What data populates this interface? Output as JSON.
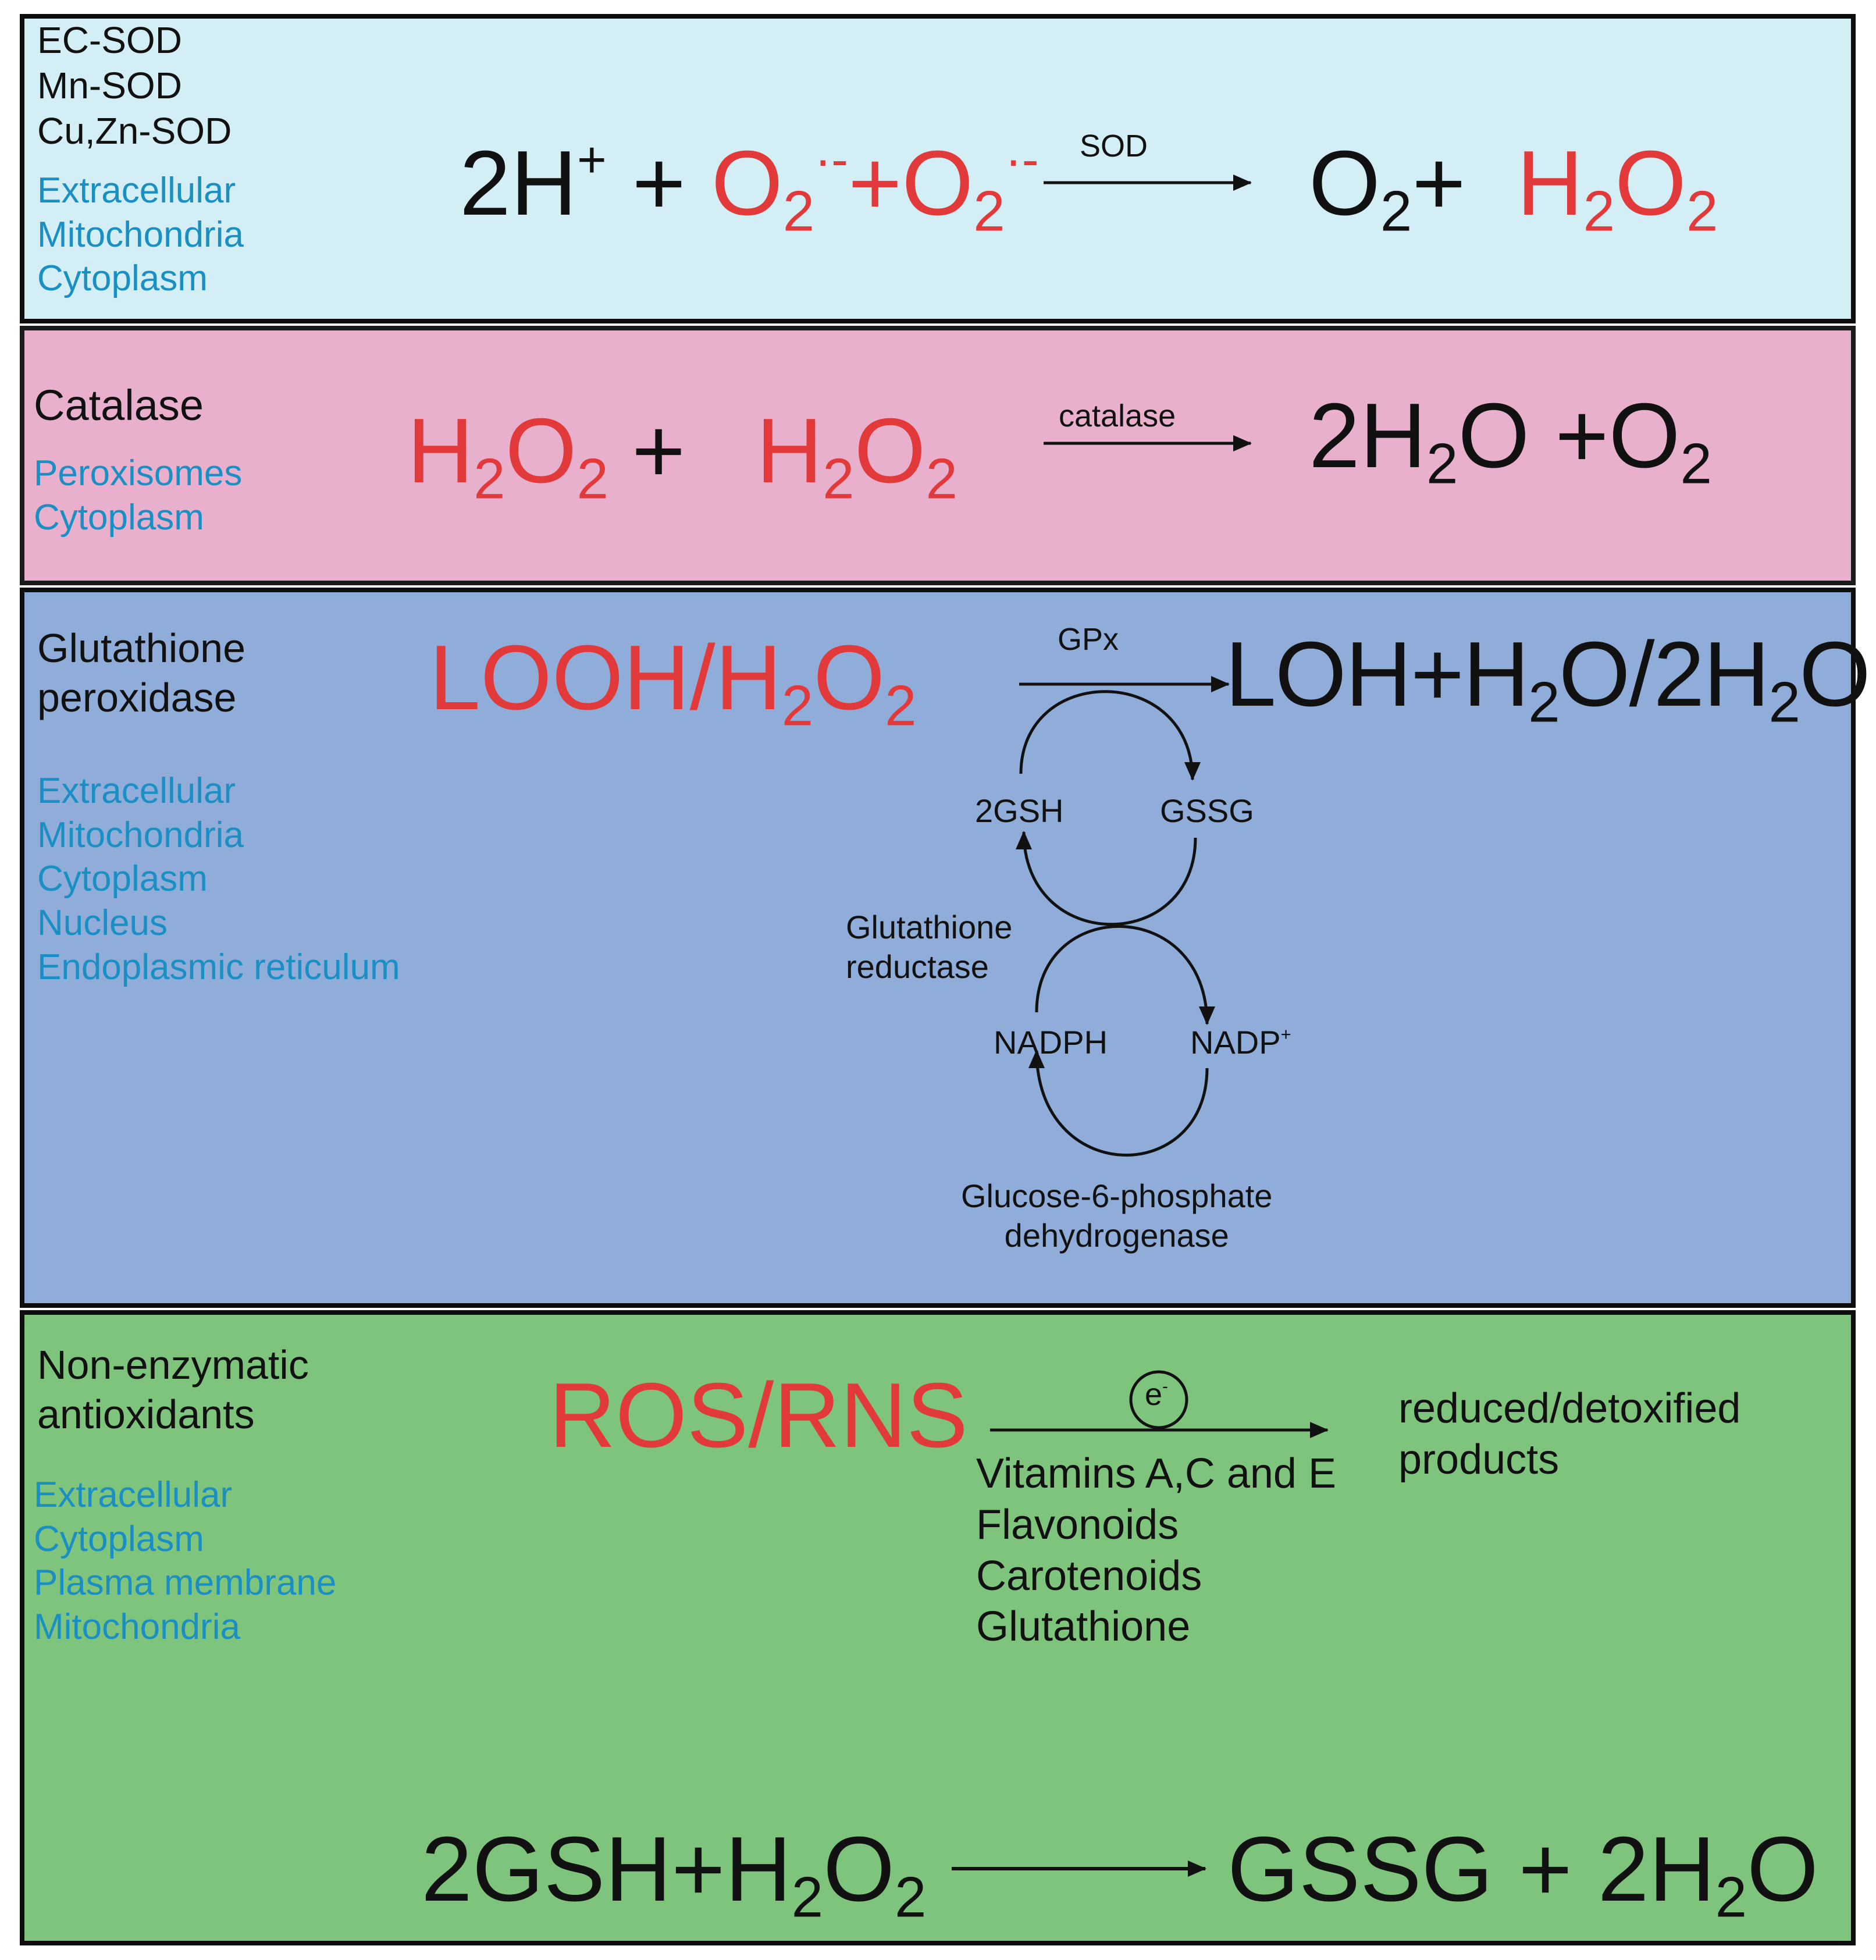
{
  "sod": {
    "enzymes": [
      "EC-SOD",
      "Mn-SOD",
      "Cu,Zn-SOD"
    ],
    "locations": [
      "Extracellular",
      "Mitochondria",
      "Cytoplasm"
    ],
    "equation": {
      "protons_coef": "2H",
      "protons_charge": "+",
      "plus1": "+",
      "superoxide_a": "O",
      "superoxide_sub": "2",
      "superoxide_charge": "·-",
      "plus2": "+",
      "superoxide_b": "O",
      "oxygen_product": "O",
      "oxygen_sub": "2",
      "plus3": "+",
      "h2o2_h": "H",
      "h2o2_sub1": "2",
      "h2o2_o": "O",
      "h2o2_sub2": "2"
    },
    "arrow_label": "SOD"
  },
  "catalase": {
    "enzyme": "Catalase",
    "locations": [
      "Peroxisomes",
      "Cytoplasm"
    ],
    "equation": {
      "plus": "+",
      "product_water_coef": "2H",
      "product_water_sub": "2",
      "product_water_o": "O",
      "product_plus": "+O",
      "product_o2_sub": "2"
    },
    "arrow_label": "catalase"
  },
  "gpx": {
    "enzyme_line1": "Glutathione",
    "enzyme_line2": "peroxidase",
    "locations": [
      "Extracellular",
      "Mitochondria",
      "Cytoplasm",
      "Nucleus",
      "Endoplasmic reticulum"
    ],
    "substrate_prefix": "LOOH/H",
    "arrow_label": "GPx",
    "product_prefix": "LOH+H",
    "product_mid": "O/2H",
    "product_suffix": "O",
    "cycle": {
      "reduced_gsh": "2GSH",
      "oxidized_gssg": "GSSG",
      "reductase_line1": "Glutathione",
      "reductase_line2": "reductase",
      "nadph": "NADPH",
      "nadp": "NADP",
      "nadp_charge": "+",
      "g6pd_line1": "Glucose-6-phosphate",
      "g6pd_line2": "dehydrogenase"
    }
  },
  "nonenzymatic": {
    "title_line1": "Non-enzymatic",
    "title_line2": "antioxidants",
    "locations": [
      "Extracellular",
      "Cytoplasm",
      "Plasma membrane",
      "Mitochondria"
    ],
    "species": "ROS/RNS",
    "electron": "e",
    "electron_charge": "-",
    "antioxidants": [
      "Vitamins A,C and E",
      "Flavonoids",
      "Carotenoids",
      "Glutathione"
    ],
    "products_line1": "reduced/detoxified",
    "products_line2": "products",
    "bottom_equation": {
      "left_prefix": "2GSH+H",
      "right_prefix": "GSSG + 2H",
      "right_suffix": "O"
    }
  },
  "colors": {
    "panel_sod": "#d3eff5",
    "panel_catalase": "#e8b0cd",
    "panel_gpx": "#8fadd8",
    "panel_nonenzymatic": "#7ec47d",
    "reactant_red": "#e23a3a",
    "location_blue": "#1a8fc4"
  }
}
